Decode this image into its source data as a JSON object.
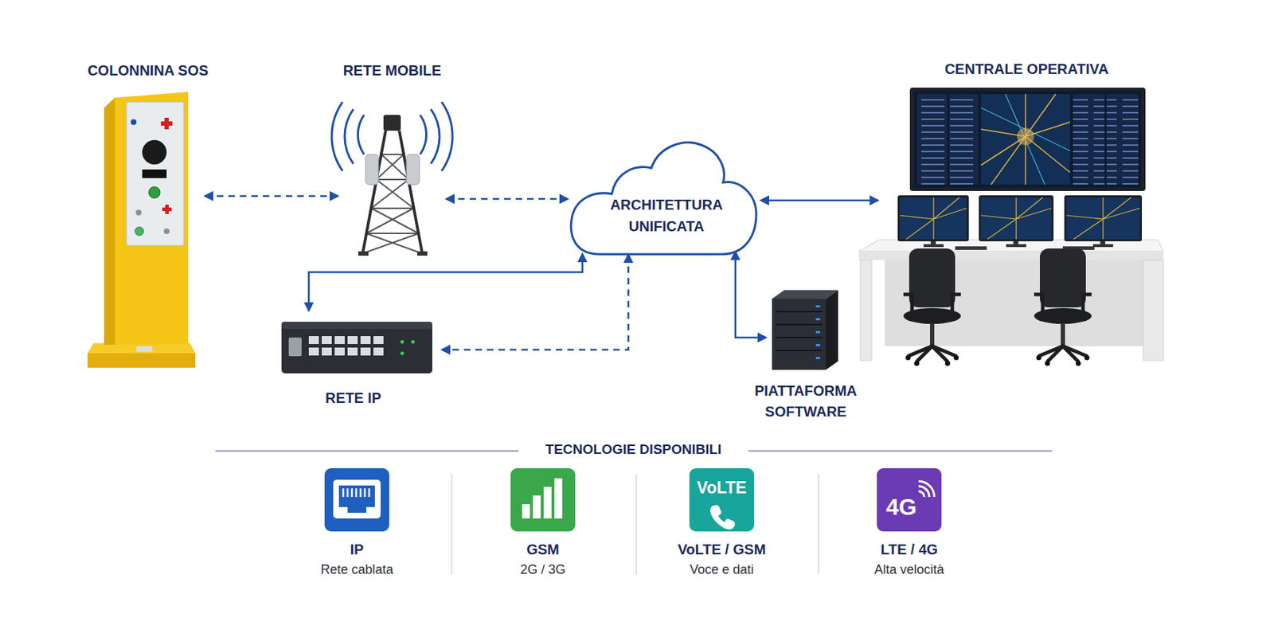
{
  "diagram": {
    "nodes": [
      {
        "text": [
          "COLONNINA SOS"
        ]
      },
      {
        "text": [
          "RETE MOBILE"
        ]
      },
      {
        "text": [
          "ARCHITETTURA UNIFICATA"
        ]
      },
      {
        "text": [
          "CENTRALE OPERATIVA"
        ]
      },
      {
        "text": [
          "RETE IP"
        ]
      },
      {
        "text": [
          "PIATTAFORMA SOFTWARE"
        ]
      }
    ],
    "edges": [
      {
        "from": 0,
        "to": 1,
        "arrow": "both"
      },
      {
        "from": 1,
        "to": 2,
        "arrow": "both"
      },
      {
        "from": 2,
        "to": 3,
        "arrow": "both"
      },
      {
        "from": 2,
        "to": 4,
        "arrow": "both"
      },
      {
        "from": 2,
        "to": 4,
        "arrow": "both"
      },
      {
        "from": 2,
        "to": 5,
        "arrow": "both"
      }
    ],
    "labels": [
      "TECNOLOGIE DISPONIBILI",
      "Rete cablata",
      "2G / 3G",
      "VoLTE",
      "Voce e dati",
      "4G",
      "Alta velocità"
    ],
    "legend": [
      {
        "text": "IP",
        "color": "#1f5fbf"
      },
      {
        "text": "GSM",
        "color": "#3aa84a"
      },
      {
        "text": "VoLTE / GSM",
        "color": "#17a59c"
      },
      {
        "text": "LTE / 4G",
        "color": "#6b3bb3"
      }
    ]
  }
}
